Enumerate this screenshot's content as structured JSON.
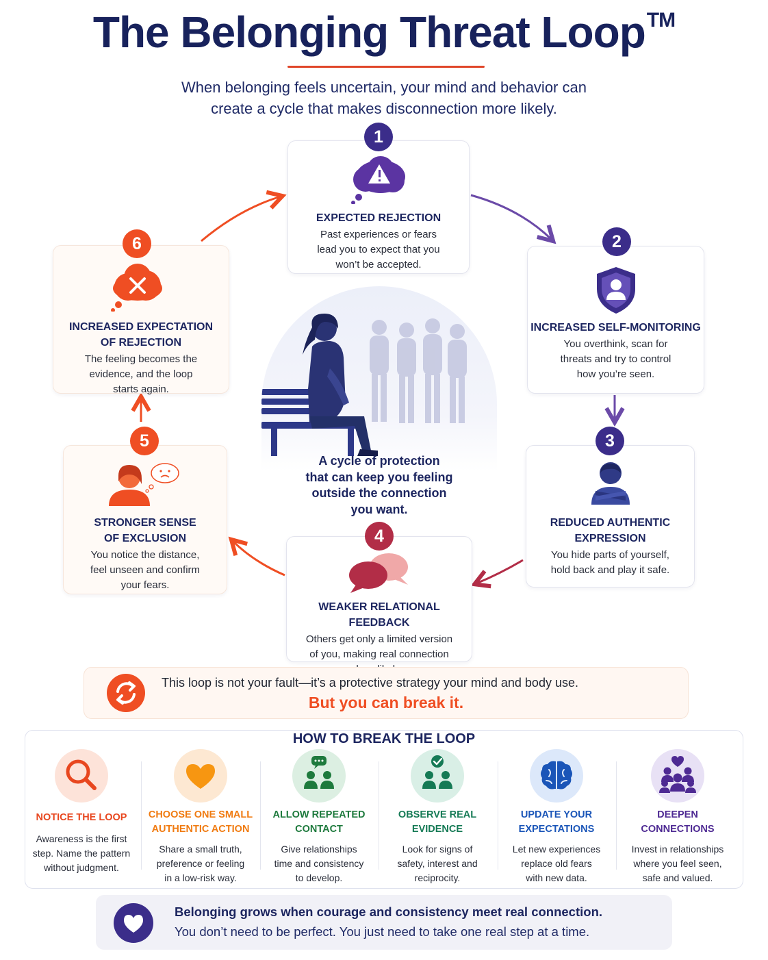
{
  "header": {
    "title": "The Belonging Threat Loop",
    "trademark": "TM",
    "subtitle_line1": "When belonging feels uncertain, your mind and behavior can",
    "subtitle_line2": "create a cycle that makes disconnection more likely."
  },
  "steps": [
    {
      "number": "1",
      "title": "Expected Rejection",
      "text": [
        "Past experiences or fears",
        "lead you to expect that you",
        "won’t be accepted."
      ],
      "icon": "warning-cloud-icon"
    },
    {
      "number": "2",
      "title": "Increased Self-Monitoring",
      "text": [
        "You overthink, scan for",
        "threats and try to control",
        "how you’re seen."
      ],
      "icon": "shield-person-icon"
    },
    {
      "number": "3",
      "title_lines": [
        "Reduced Authentic",
        "Expression"
      ],
      "text": [
        "You hide parts of yourself,",
        "hold back and play it safe."
      ],
      "icon": "arms-crossed-person-icon"
    },
    {
      "number": "4",
      "title": "Weaker Relational Feedback",
      "text": [
        "Others get only a limited version",
        "of you, making real connection",
        "less likely."
      ],
      "icon": "speech-bubbles-icon"
    },
    {
      "number": "5",
      "title_lines": [
        "Stronger Sense",
        "of Exclusion"
      ],
      "text": [
        "You notice the distance,",
        "feel unseen and confirm",
        "your fears."
      ],
      "icon": "sad-person-thought-icon"
    },
    {
      "number": "6",
      "title_lines": [
        "Increased Expectation",
        "of Rejection"
      ],
      "text": [
        "The feeling becomes the",
        "evidence, and the loop",
        "starts again."
      ],
      "icon": "x-cloud-icon"
    }
  ],
  "center": {
    "lines": [
      "A cycle of protection",
      "that can keep you feeling",
      "outside the connection",
      "you want."
    ],
    "illustration": "lonely-person-on-bench-illustration"
  },
  "fault": {
    "line1": "This loop is not your fault—it’s a protective strategy your mind and body use.",
    "line2": "But you can break it.",
    "icon": "refresh-cycle-icon"
  },
  "how": {
    "title": "How to Break the Loop",
    "tips": [
      {
        "title": [
          "Notice the Loop"
        ],
        "text": [
          "Awareness is the first",
          "step. Name the pattern",
          "without judgment."
        ],
        "color": "#e8471f",
        "bg": "#fde3d9",
        "icon": "magnifier-icon"
      },
      {
        "title": [
          "Choose One Small",
          "Authentic Action"
        ],
        "text": [
          "Share a small truth,",
          "preference or feeling",
          "in a low-risk way."
        ],
        "color": "#f07b11",
        "bg": "#fde8d2",
        "icon": "heart-icon"
      },
      {
        "title": [
          "Allow Repeated",
          "Contact"
        ],
        "text": [
          "Give relationships",
          "time and consistency",
          "to develop."
        ],
        "color": "#1e7a3d",
        "bg": "#dcefe2",
        "icon": "people-chat-icon"
      },
      {
        "title": [
          "Observe Real",
          "Evidence"
        ],
        "text": [
          "Look for signs of",
          "safety, interest and",
          "reciprocity."
        ],
        "color": "#157a55",
        "bg": "#d9efe6",
        "icon": "people-check-icon"
      },
      {
        "title": [
          "Update Your",
          "Expectations"
        ],
        "text": [
          "Let new experiences",
          "replace old fears",
          "with new data."
        ],
        "color": "#1a55b8",
        "bg": "#dce8fa",
        "icon": "brain-icon"
      },
      {
        "title": [
          "Deepen",
          "Connections"
        ],
        "text": [
          "Invest in relationships",
          "where you feel seen,",
          "safe and valued."
        ],
        "color": "#4e2a93",
        "bg": "#e8e1f5",
        "icon": "group-heart-icon"
      }
    ]
  },
  "footer": {
    "line1": "Belonging grows when courage and consistency meet real connection.",
    "line2": "You don’t need to be perfect. You just need to take one real step at a time.",
    "icon": "heart-circle-icon"
  },
  "colors": {
    "navy": "#18225c",
    "purple": "#3b2d8a",
    "orange": "#ef4e23",
    "crimson": "#b22d47"
  }
}
